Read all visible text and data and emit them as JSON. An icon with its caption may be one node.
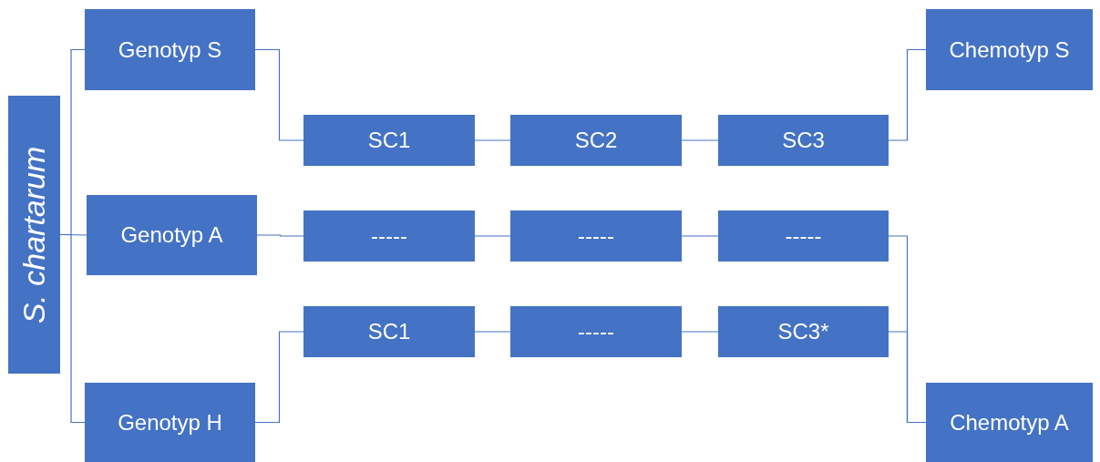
{
  "diagram": {
    "nodes": [
      {
        "text": [
          "S. chartarum"
        ]
      },
      {
        "text": [
          "Genotyp S"
        ]
      },
      {
        "text": [
          "Genotyp A"
        ]
      },
      {
        "text": [
          "Genotyp H"
        ]
      },
      {
        "text": [
          "SC1"
        ]
      },
      {
        "text": [
          "SC2"
        ]
      },
      {
        "text": [
          "SC3"
        ]
      },
      {
        "text": [
          "-----"
        ]
      },
      {
        "text": [
          "-----"
        ]
      },
      {
        "text": [
          "-----"
        ]
      },
      {
        "text": [
          "SC1"
        ]
      },
      {
        "text": [
          "-----"
        ]
      },
      {
        "text": [
          "SC3*"
        ]
      },
      {
        "text": [
          "Chemotyp S"
        ]
      },
      {
        "text": [
          "Chemotyp A"
        ]
      }
    ],
    "edges": [
      {
        "from": 0,
        "to": 1,
        "arrow": "none"
      },
      {
        "from": 0,
        "to": 2,
        "arrow": "none"
      },
      {
        "from": 0,
        "to": 3,
        "arrow": "none"
      },
      {
        "from": 1,
        "to": 4,
        "arrow": "none"
      },
      {
        "from": 4,
        "to": 5,
        "arrow": "none"
      },
      {
        "from": 5,
        "to": 6,
        "arrow": "none"
      },
      {
        "from": 6,
        "to": 13,
        "arrow": "none"
      },
      {
        "from": 2,
        "to": 7,
        "arrow": "none"
      },
      {
        "from": 7,
        "to": 8,
        "arrow": "none"
      },
      {
        "from": 8,
        "to": 9,
        "arrow": "none"
      },
      {
        "from": 9,
        "to": 14,
        "arrow": "none"
      },
      {
        "from": 3,
        "to": 10,
        "arrow": "none"
      },
      {
        "from": 10,
        "to": 11,
        "arrow": "none"
      },
      {
        "from": 11,
        "to": 12,
        "arrow": "none"
      },
      {
        "from": 12,
        "to": 14,
        "arrow": "none"
      }
    ]
  }
}
